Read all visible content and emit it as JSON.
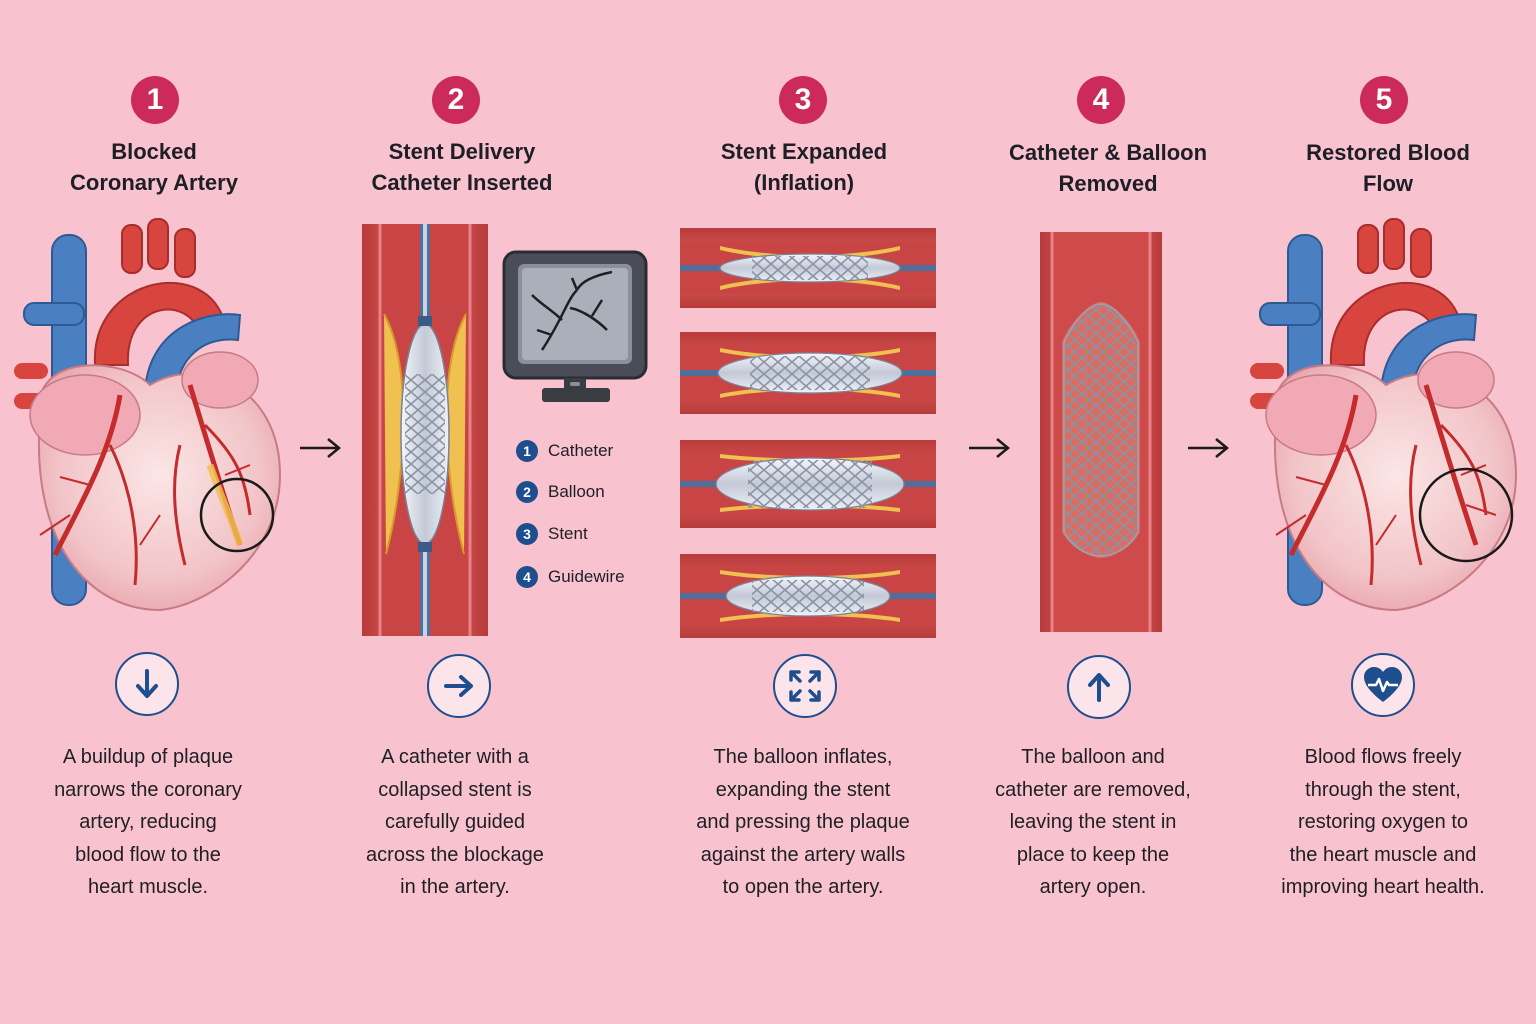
{
  "colors": {
    "background": "#f8c3cf",
    "accent": "#cc2a5a",
    "icon_blue": "#1f4e8f",
    "artery_red": "#d64545",
    "vein_blue": "#4a7fc1",
    "plaque": "#f0c050"
  },
  "steps": [
    {
      "number": "1",
      "title_line1": "Blocked",
      "title_line2": "Coronary Artery",
      "icon": "arrow-down-icon",
      "desc": [
        "A buildup of plaque",
        "narrows the coronary",
        "artery, reducing",
        "blood flow to the",
        "heart muscle."
      ]
    },
    {
      "number": "2",
      "title_line1": "Stent Delivery",
      "title_line2": "Catheter Inserted",
      "icon": "arrow-right-icon",
      "desc": [
        "A catheter with a",
        "collapsed stent is",
        "carefully guided",
        "across the blockage",
        "in the artery."
      ]
    },
    {
      "number": "3",
      "title_line1": "Stent Expanded",
      "title_line2": "(Inflation)",
      "icon": "expand-icon",
      "desc": [
        "The balloon inflates,",
        "expanding the stent",
        "and pressing the plaque",
        "against the artery walls",
        "to open the artery."
      ]
    },
    {
      "number": "4",
      "title_line1": "Catheter & Balloon",
      "title_line2": "Removed",
      "icon": "arrow-up-icon",
      "desc": [
        "The balloon and",
        "catheter are removed,",
        "leaving the stent in",
        "place to keep the",
        "artery open."
      ]
    },
    {
      "number": "5",
      "title_line1": "Restored Blood",
      "title_line2": "Flow",
      "icon": "heart-pulse-icon",
      "desc": [
        "Blood flows freely",
        "through the stent,",
        "restoring oxygen to",
        "the heart muscle and",
        "improving heart health."
      ]
    }
  ],
  "legend": [
    {
      "number": "1",
      "label": "Catheter"
    },
    {
      "number": "2",
      "label": "Balloon"
    },
    {
      "number": "3",
      "label": "Stent"
    },
    {
      "number": "4",
      "label": "Guidewire"
    }
  ]
}
